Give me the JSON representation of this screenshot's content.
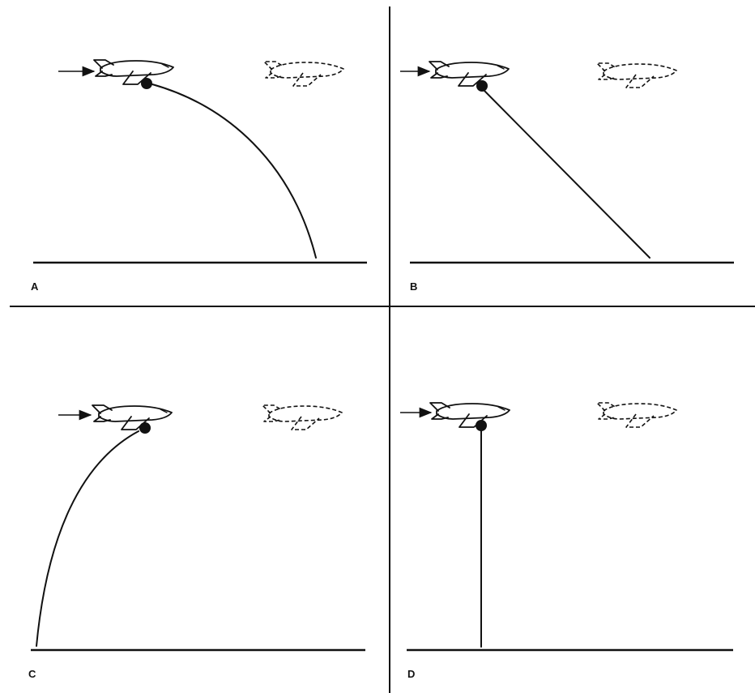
{
  "panels": [
    {
      "id": "a",
      "label": "A"
    },
    {
      "id": "b",
      "label": "B"
    },
    {
      "id": "c",
      "label": "C"
    },
    {
      "id": "d",
      "label": "D"
    }
  ]
}
